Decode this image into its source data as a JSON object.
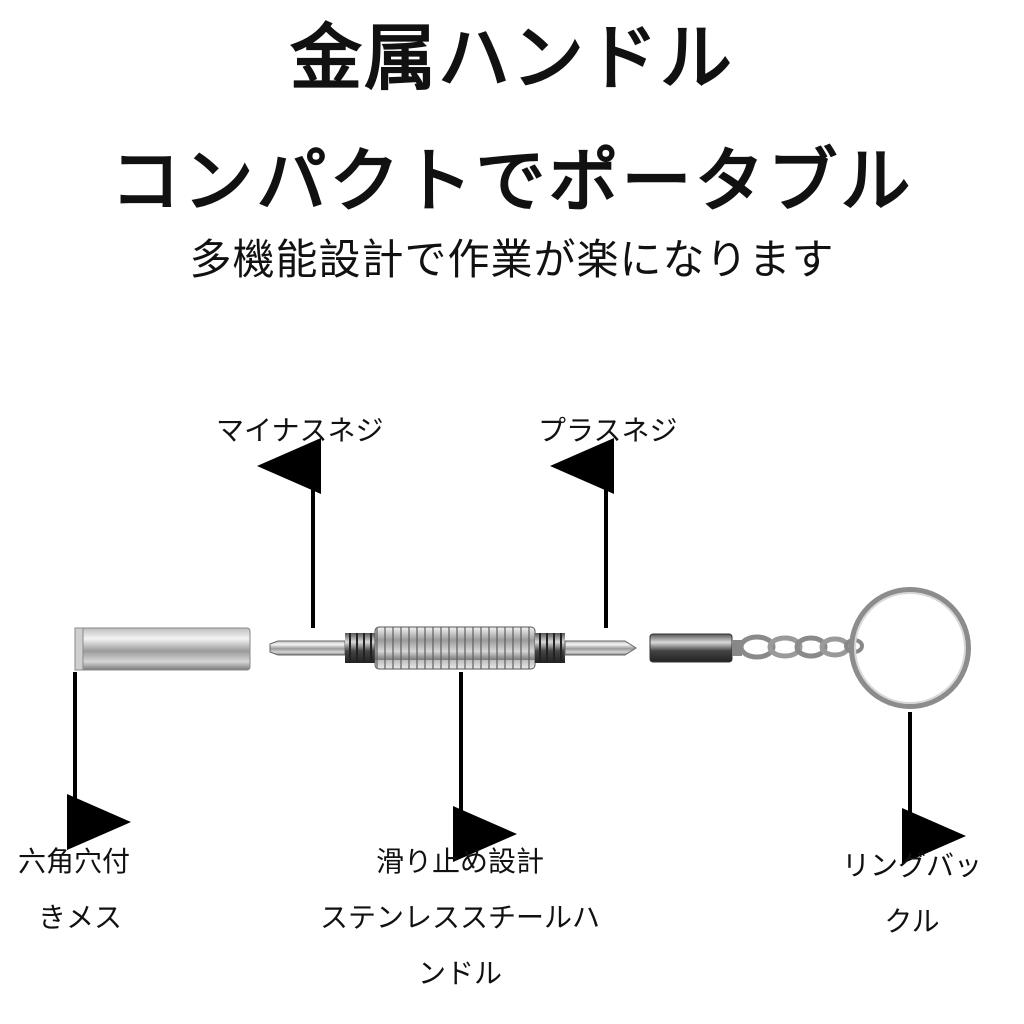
{
  "heading": {
    "line1": "金属ハンドル",
    "line2": "コンパクトでポータブル",
    "subtitle": "多機能設計で作業が楽になります"
  },
  "labels": {
    "minus_screw": "マイナスネジ",
    "plus_screw": "プラスネジ",
    "cap": {
      "line1": "六角穴付",
      "line2": "きメス"
    },
    "handle": {
      "line1": "滑り止め設計",
      "line2": "ステンレススチールハ",
      "line3": "ンドル"
    },
    "ring": {
      "line1": "リングバッ",
      "line2": "クル"
    }
  },
  "colors": {
    "text": "#111111",
    "arrow": "#000000",
    "metal_light": "#e8e8e8",
    "metal_dark": "#6a6a6a"
  }
}
